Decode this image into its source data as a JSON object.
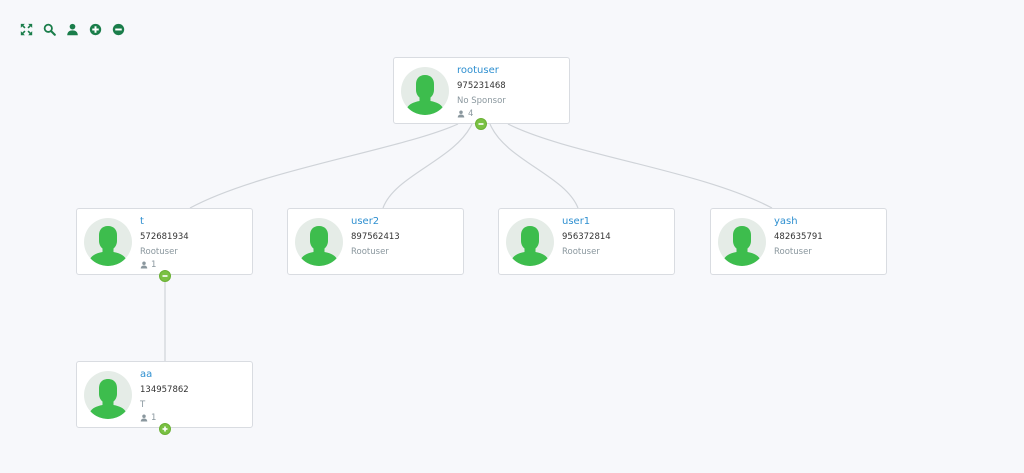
{
  "toolbar": {
    "buttons": [
      {
        "name": "fullscreen",
        "icon": "expand-arrows-icon"
      },
      {
        "name": "search",
        "icon": "search-icon"
      },
      {
        "name": "user",
        "icon": "user-icon"
      },
      {
        "name": "zoom-in",
        "icon": "plus-circle-icon"
      },
      {
        "name": "zoom-out",
        "icon": "minus-circle-icon"
      }
    ],
    "color": "#1a7d4a"
  },
  "colors": {
    "name_link": "#2e8fd0",
    "toggle": "#7ac143",
    "avatar_figure": "#3dbd4d",
    "avatar_bg": "#e5ece7",
    "connector": "#cfd3d8"
  },
  "tree": {
    "root": {
      "name": "rootuser",
      "phone": "975231468",
      "sponsor": "No Sponsor",
      "count": "4",
      "toggle": "collapse"
    },
    "children": [
      {
        "name": "t",
        "phone": "572681934",
        "sponsor": "Rootuser",
        "count": "1",
        "toggle": "collapse"
      },
      {
        "name": "user2",
        "phone": "897562413",
        "sponsor": "Rootuser"
      },
      {
        "name": "user1",
        "phone": "956372814",
        "sponsor": "Rootuser"
      },
      {
        "name": "yash",
        "phone": "482635791",
        "sponsor": "Rootuser"
      }
    ],
    "grandchildren": [
      {
        "name": "aa",
        "phone": "134957862",
        "sponsor": "T",
        "count": "1",
        "toggle": "expand"
      }
    ]
  }
}
